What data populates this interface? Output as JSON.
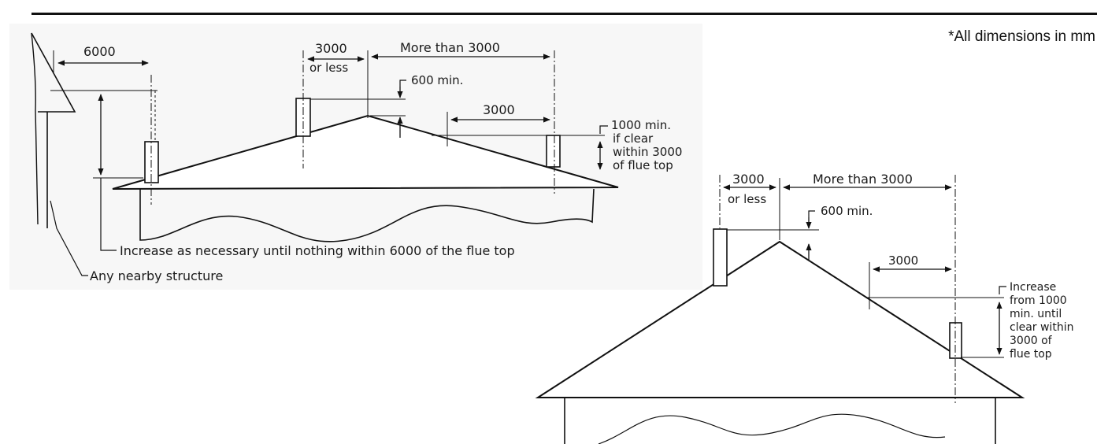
{
  "page": {
    "note": "*All dimensions in mm"
  },
  "left_diagram": {
    "dim_6000": "6000",
    "dim_3000_left": "3000",
    "dim_or_less": "or less",
    "dim_more_than_3000": "More than 3000",
    "dim_600_min": "600 min.",
    "dim_3000_right": "3000",
    "note_1000_lines": [
      "1000 min.",
      "if clear",
      "within 3000",
      "of flue top"
    ],
    "callout_increase": "Increase as necessary until nothing within 6000 of the flue top",
    "callout_structure": "Any nearby structure"
  },
  "right_diagram": {
    "dim_3000_left": "3000",
    "dim_or_less": "or less",
    "dim_more_than_3000": "More than 3000",
    "dim_600_min": "600 min.",
    "dim_3000_right": "3000",
    "note_increase_lines": [
      "Increase",
      "from 1000",
      "min. until",
      "clear within",
      "3000 of",
      "flue top"
    ]
  }
}
